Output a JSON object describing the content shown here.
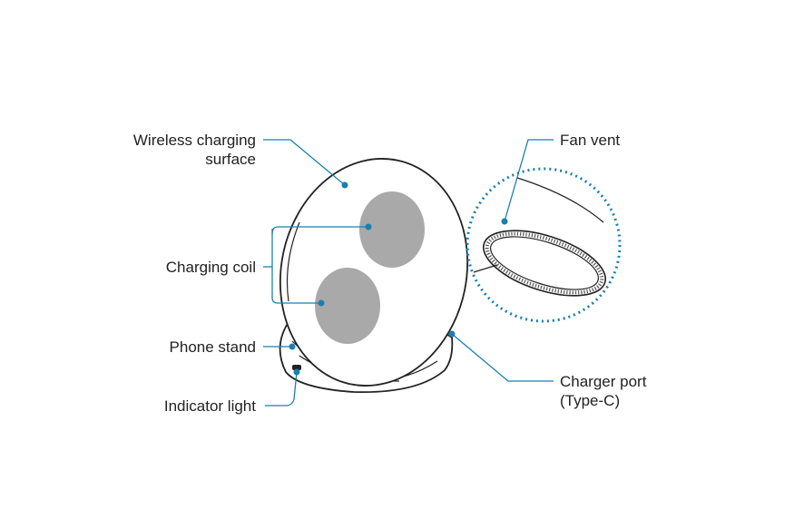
{
  "labels": {
    "wireless_charging_surface_line1": "Wireless charging",
    "wireless_charging_surface_line2": "surface",
    "charging_coil": "Charging coil",
    "phone_stand": "Phone stand",
    "indicator_light": "Indicator light",
    "fan_vent": "Fan vent",
    "charger_port_line1": "Charger port",
    "charger_port_line2": "(Type-C)"
  },
  "colors": {
    "leader_line": "#1a7fb0",
    "outline": "#222222",
    "coil_fill": "#a9a9a9",
    "background": "#ffffff"
  }
}
